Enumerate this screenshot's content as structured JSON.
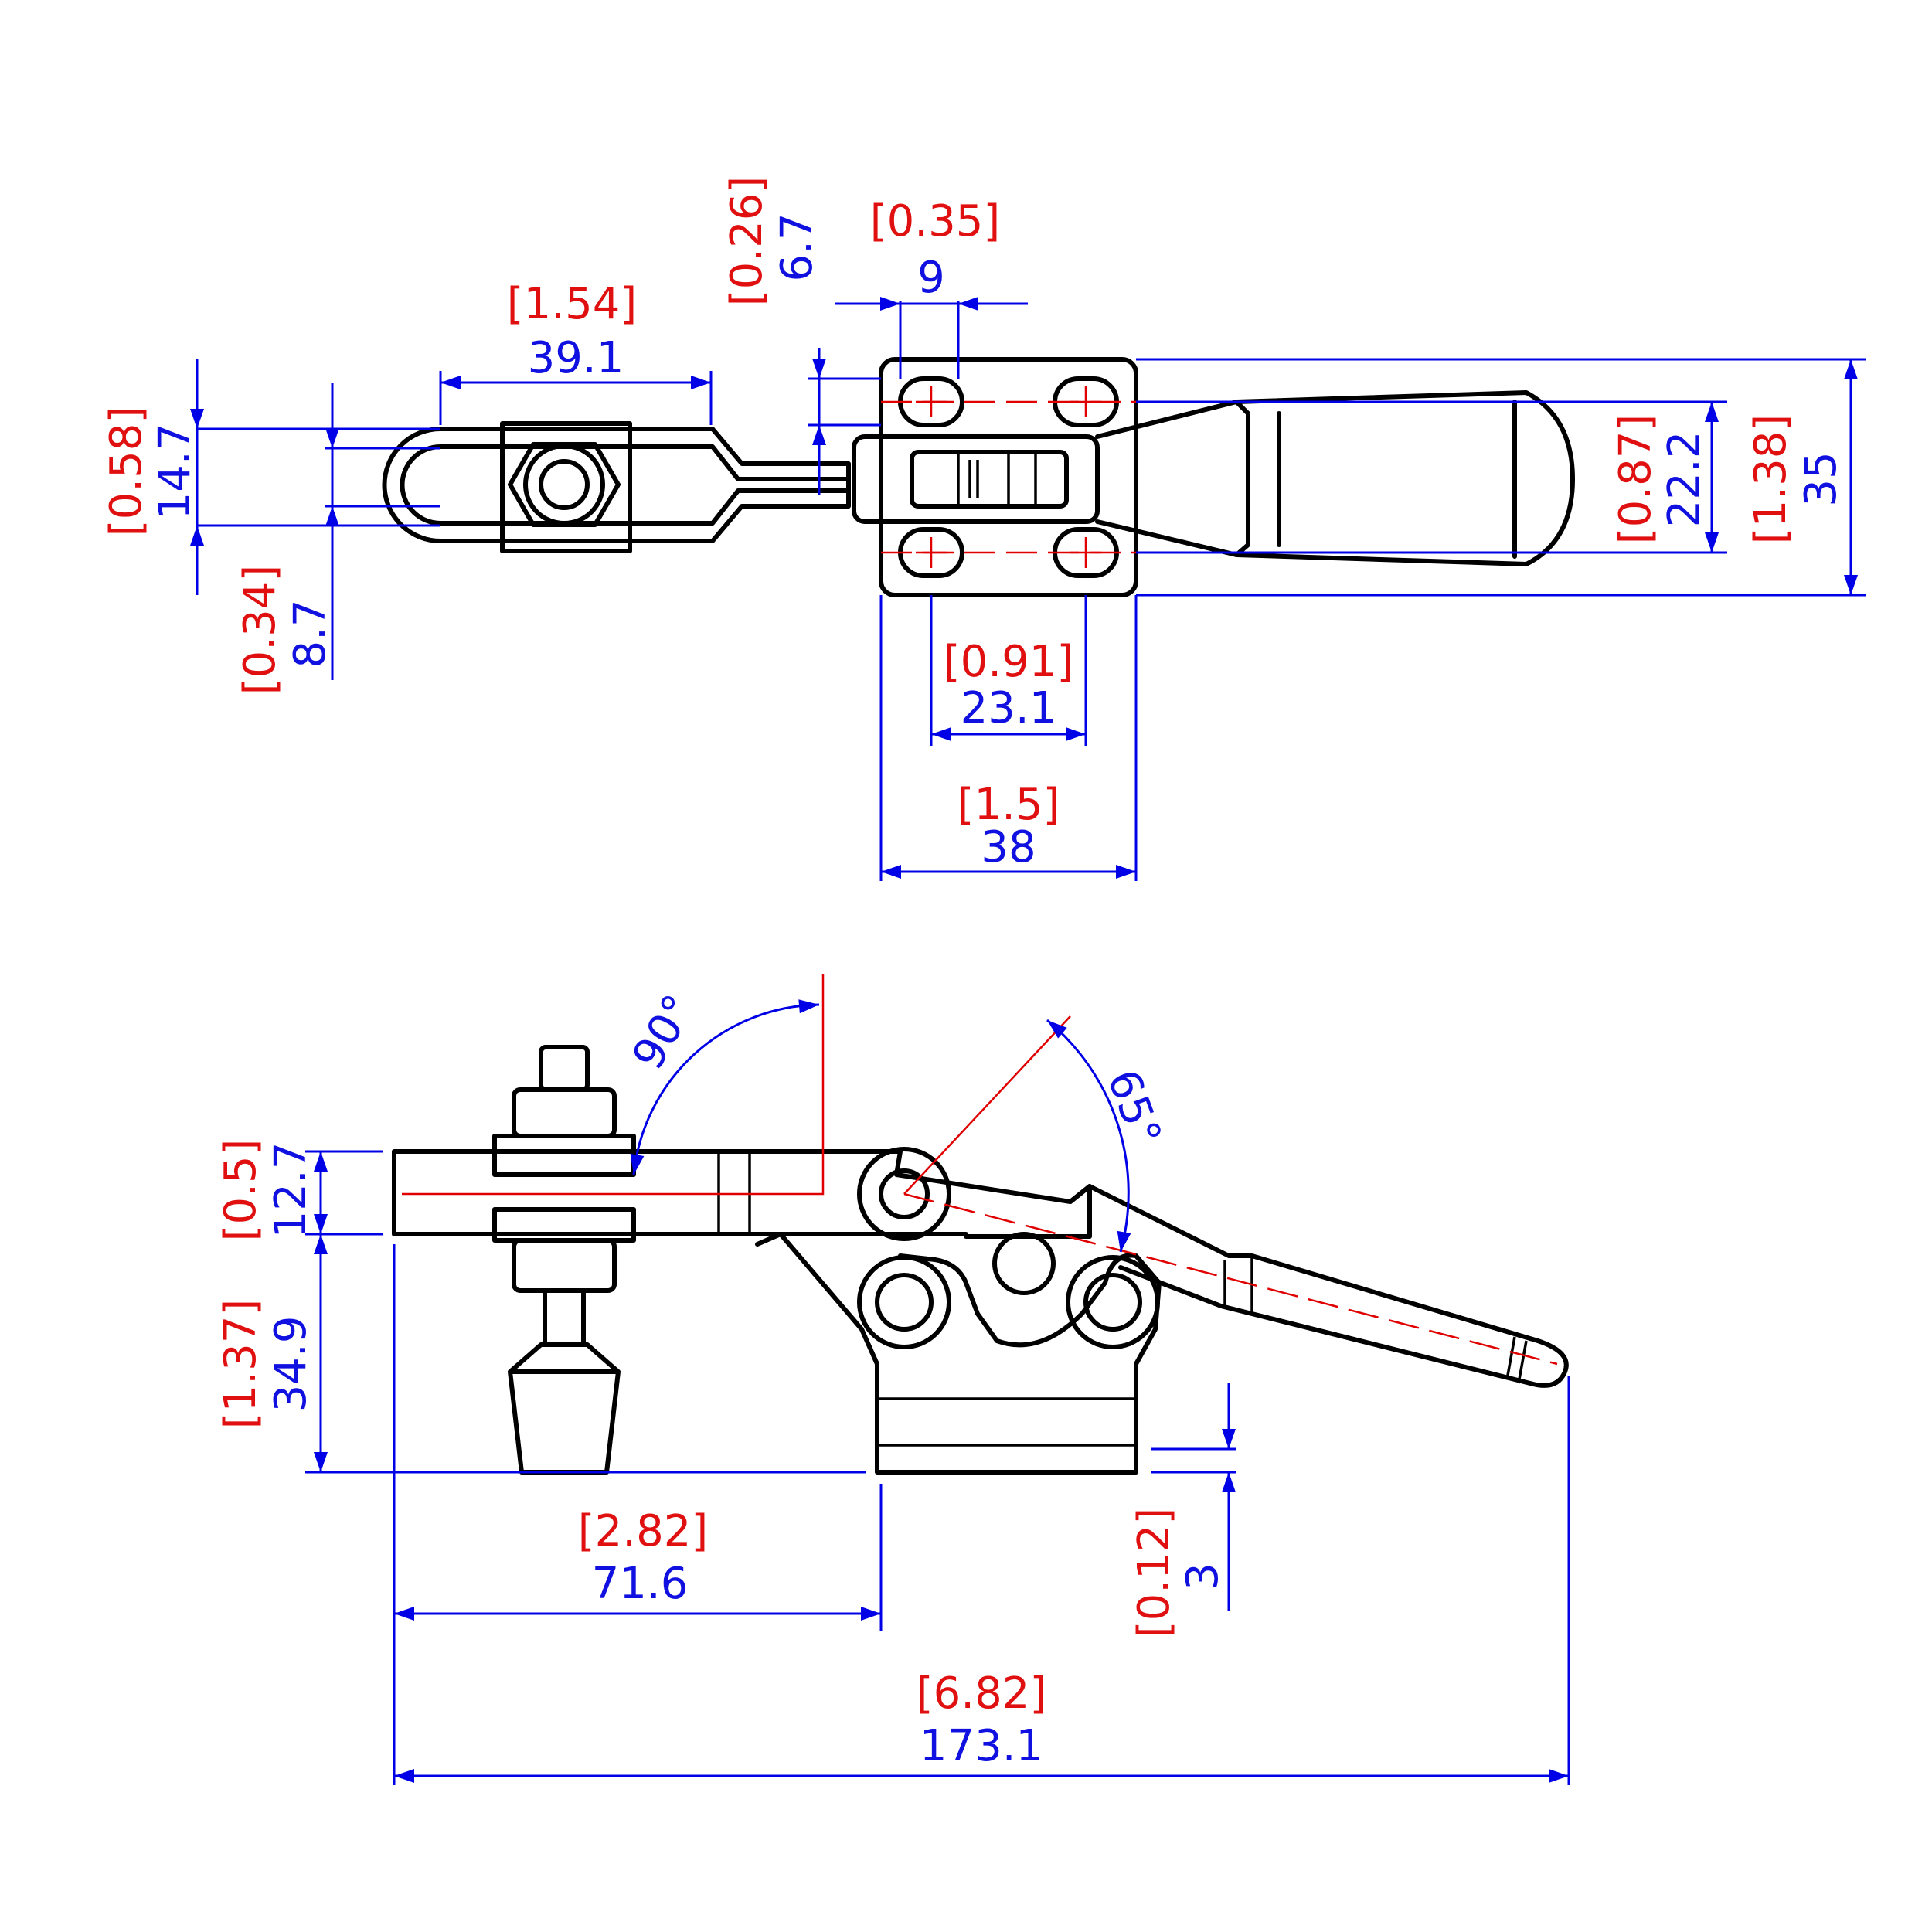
{
  "colors": {
    "metric": "#1010e0",
    "imperial": "#e01010",
    "outline": "#000000",
    "centerline": "#e00000",
    "dimline": "#0000e6"
  },
  "top_view": {
    "slot_length": {
      "mm": "39.1",
      "in": "[1.54]"
    },
    "arm_offset": {
      "mm": "6.7",
      "in": "[0.26]"
    },
    "hole_spacing_x": {
      "mm": "9",
      "in": "[0.35]"
    },
    "bar_width": {
      "mm": "14.7",
      "in": "[0.58]"
    },
    "slot_width": {
      "mm": "8.7",
      "in": "[0.34]"
    },
    "hole_pitch_x": {
      "mm": "23.1",
      "in": "[0.91]"
    },
    "base_length": {
      "mm": "38",
      "in": "[1.5]"
    },
    "handle_width": {
      "mm": "22.2",
      "in": "[0.87]"
    },
    "base_width": {
      "mm": "35",
      "in": "[1.38]"
    }
  },
  "side_view": {
    "arm_opening_angle": "90°",
    "handle_angle": "65°",
    "bar_height": {
      "mm": "12.7",
      "in": "[0.5]"
    },
    "spindle_height": {
      "mm": "34.9",
      "in": "[1.37]"
    },
    "reach": {
      "mm": "71.6",
      "in": "[2.82]"
    },
    "base_thickness": {
      "mm": "3",
      "in": "[0.12]"
    },
    "overall_length": {
      "mm": "173.1",
      "in": "[6.82]"
    }
  }
}
